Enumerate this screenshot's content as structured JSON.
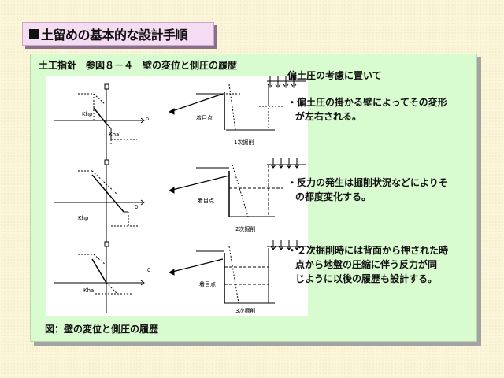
{
  "slide_title": "土留めの基本的な設計手順",
  "panel_heading": "土工指針　参図８－４　壁の変位と側圧の履歴",
  "figure": {
    "kp_label": "Khp",
    "ka_label": "Kha",
    "delta_label": "δ",
    "point_label": "着目点",
    "stages": [
      "1次掘削",
      "2次掘削",
      "3次掘削"
    ]
  },
  "caption": "図：壁の変位と側圧の履歴",
  "notes": {
    "title": "偏土圧の考慮に置いて",
    "items": [
      {
        "line1": "・偏土圧の掛かる壁によってその変形",
        "line2": "が左右される。"
      },
      {
        "line1": "・反力の発生は掘削状況などによりそ",
        "line2": "の都度変化する。"
      },
      {
        "line1": "・２次掘削時には背面から押された時",
        "line2": "点から地盤の圧縮に伴う反力が同",
        "line3": "じように以後の履歴も設計する。"
      }
    ]
  }
}
